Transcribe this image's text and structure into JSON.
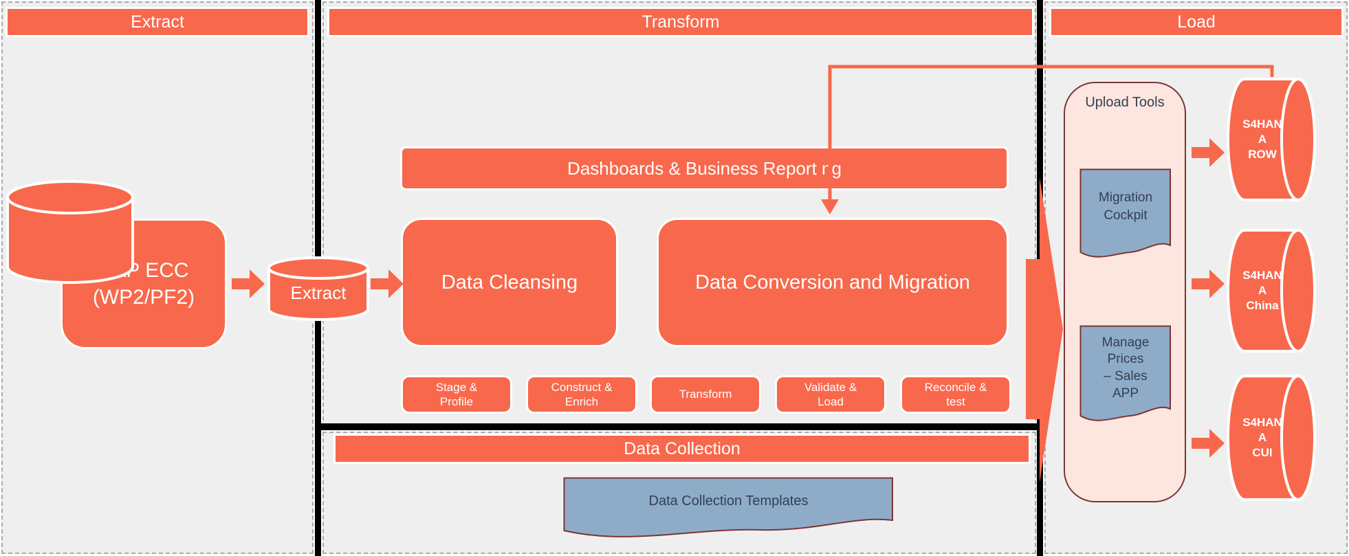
{
  "colors": {
    "orange": "#F8684C",
    "panel_bg": "#F0EFEF",
    "steel_blue": "#8EACC8",
    "light_pink": "#FCE6DF",
    "dark_red_border": "#7B3434",
    "dark_text": "#333F50",
    "divider_black": "#000000",
    "dashed_gray": "#A9A9A9",
    "white": "#FFFFFF"
  },
  "sections": {
    "extract": {
      "header": "Extract",
      "sap_label": "SAP ECC\n(WP2/PF2)",
      "staging_label": "Extract"
    },
    "transform": {
      "header": "Transform",
      "dashboards_label": "Dashboards & Business Report ng",
      "cleansing_label": "Data Cleansing",
      "conversion_label": "Data Conversion and Migration",
      "steps": [
        "Stage &\nProfile",
        "Construct &\nEnrich",
        "Transform",
        "Validate &\nLoad",
        "Reconcile &\ntest"
      ]
    },
    "data_collection": {
      "header": "Data Collection",
      "templates_label": "Data Collection Templates"
    },
    "load": {
      "header": "Load",
      "upload_tools_label": "Upload Tools",
      "migration_label": "Migration\nCockpit",
      "manage_label": "Manage\nPrices\n– Sales\nAPP",
      "targets": [
        "S4HAN\nA\nROW",
        "S4HAN\nA\nChina",
        "S4HAN\nA\nCUI"
      ]
    }
  }
}
